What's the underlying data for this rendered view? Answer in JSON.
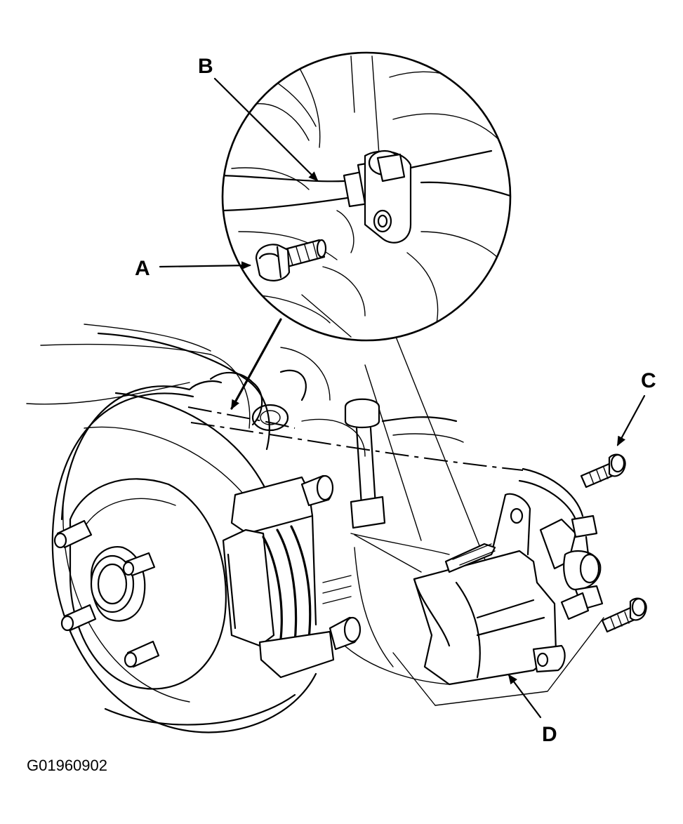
{
  "callouts": {
    "a": "A",
    "b": "B",
    "c": "C",
    "d": "D"
  },
  "figure_id": "G01960902"
}
